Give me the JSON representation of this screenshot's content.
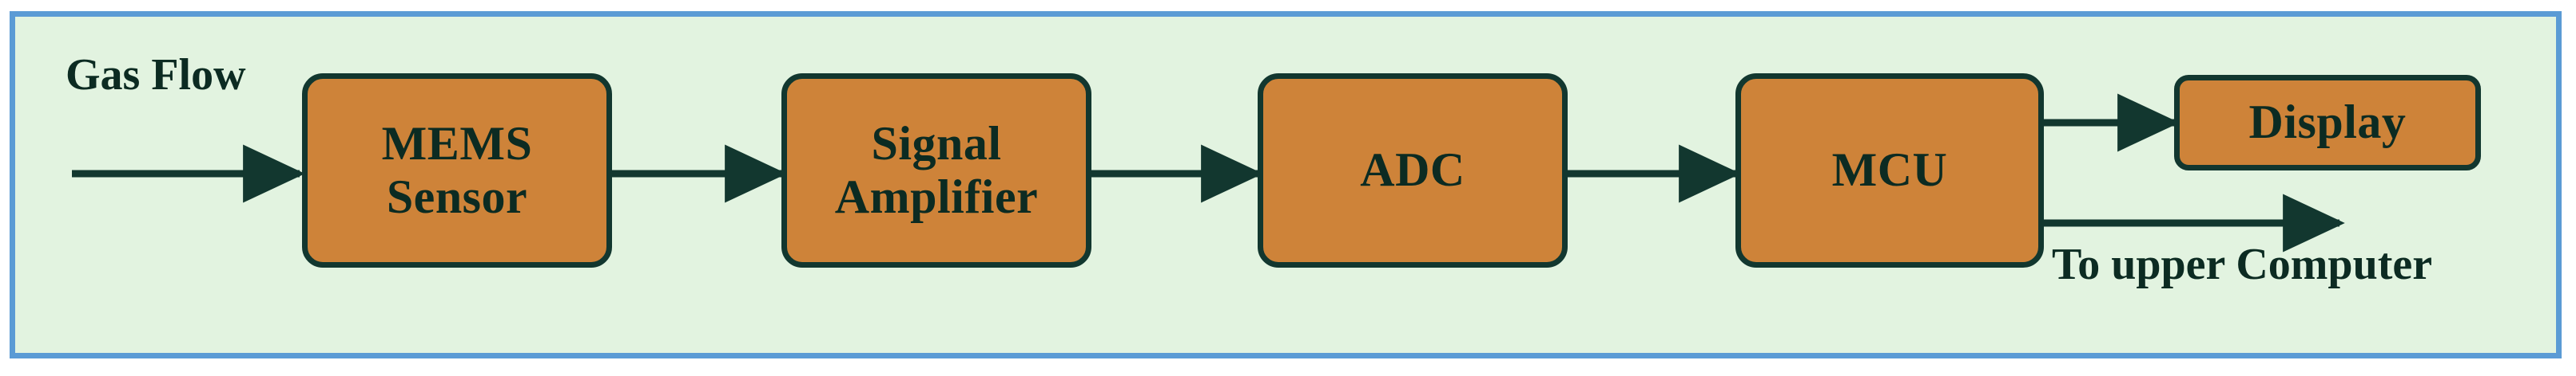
{
  "diagram": {
    "title_caption": "Gas Flow",
    "panel": {
      "background_color": "#e2f3e0",
      "border_color": "#5b9bd5"
    },
    "block_style": {
      "fill_color": "#ce8339",
      "stroke_color": "#12372f",
      "text_color": "#0c2b22"
    },
    "blocks": [
      {
        "id": "mems-sensor",
        "label": "MEMS\nSensor"
      },
      {
        "id": "signal-amplifier",
        "label": "Signal\nAmplifier"
      },
      {
        "id": "adc",
        "label": "ADC"
      },
      {
        "id": "mcu",
        "label": "MCU"
      },
      {
        "id": "display",
        "label": "Display"
      }
    ],
    "captions": [
      {
        "id": "gas-flow-label",
        "text": "Gas Flow"
      },
      {
        "id": "to-upper-computer-label",
        "text": "To upper Computer"
      }
    ],
    "connections": [
      {
        "id": "gasflow-to-mems",
        "from": "Gas Flow",
        "to": "MEMS Sensor",
        "arrowhead": true
      },
      {
        "id": "mems-to-amplifier",
        "from": "MEMS Sensor",
        "to": "Signal Amplifier",
        "arrowhead": true
      },
      {
        "id": "amplifier-to-adc",
        "from": "Signal Amplifier",
        "to": "ADC",
        "arrowhead": true
      },
      {
        "id": "adc-to-mcu",
        "from": "ADC",
        "to": "MCU",
        "arrowhead": true
      },
      {
        "id": "mcu-to-display",
        "from": "MCU",
        "to": "Display",
        "arrowhead": true
      },
      {
        "id": "mcu-to-upper-computer",
        "from": "MCU",
        "to": "To upper Computer",
        "arrowhead": true
      }
    ]
  }
}
